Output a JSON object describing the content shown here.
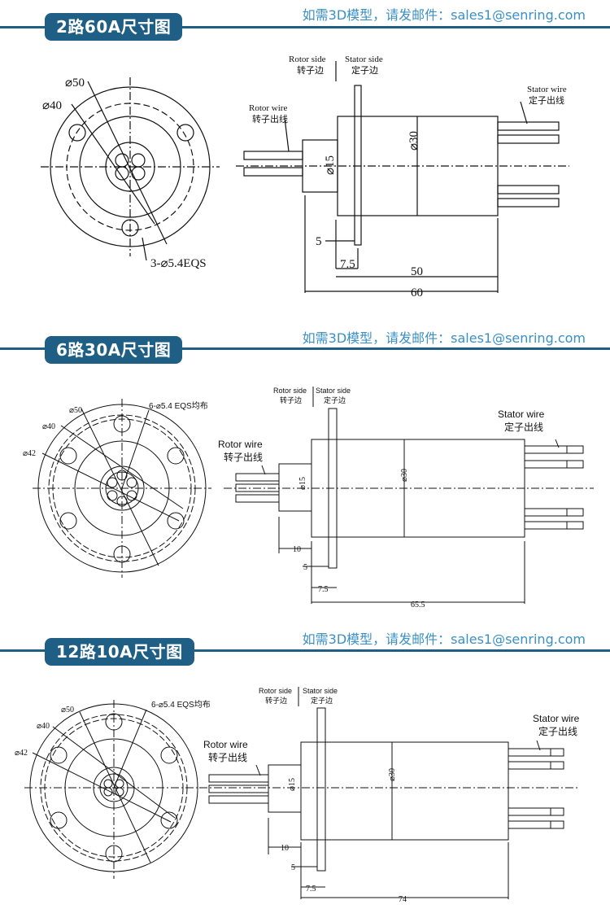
{
  "contact_text": "如需3D模型，请发邮件：sales1@senring.com",
  "sections": [
    {
      "title": "2路60A尺寸图",
      "front": {
        "d_outer": "⌀50",
        "d_pcd": "⌀40",
        "holes": "3-⌀5.4EQS"
      },
      "side": {
        "rotor_side": "Rotor side",
        "rotor_side_cn": "转子边",
        "stator_side": "Stator side",
        "stator_side_cn": "定子边",
        "rotor_wire": "Rotor wire",
        "rotor_wire_cn": "转子出线",
        "stator_wire": "Stator wire",
        "stator_wire_cn": "定子出线",
        "d_body": "⌀30",
        "d_shaft": "⌀15",
        "flange_t": "5",
        "flange_pos": "7.5",
        "body_len": "50",
        "total_len": "60"
      }
    },
    {
      "title": "6路30A尺寸图",
      "front": {
        "d_outer": "⌀50",
        "d_pcd": "⌀40",
        "d_42": "⌀42",
        "holes": "6-⌀5.4 EQS均布"
      },
      "side": {
        "rotor_side": "Rotor side",
        "rotor_side_cn": "转子边",
        "stator_side": "Stator side",
        "stator_side_cn": "定子边",
        "rotor_wire": "Rotor wire",
        "rotor_wire_cn": "转子出线",
        "stator_wire": "Stator wire",
        "stator_wire_cn": "定子出线",
        "d_body": "⌀30",
        "d_shaft": "⌀15",
        "shaft_len": "10",
        "flange_t": "5",
        "flange_pos": "7.5",
        "total_len": "65.5"
      }
    },
    {
      "title": "12路10A尺寸图",
      "front": {
        "d_outer": "⌀50",
        "d_pcd": "⌀40",
        "d_42": "⌀42",
        "holes": "6-⌀5.4 EQS均布"
      },
      "side": {
        "rotor_side": "Rotor side",
        "rotor_side_cn": "转子边",
        "stator_side": "Stator side",
        "stator_side_cn": "定子边",
        "rotor_wire": "Rotor wire",
        "rotor_wire_cn": "转子出线",
        "stator_wire": "Stator wire",
        "stator_wire_cn": "定子出线",
        "d_body": "⌀30",
        "d_shaft": "⌀15",
        "shaft_len": "10",
        "flange_t": "5",
        "flange_pos": "7.5",
        "total_len": "74"
      }
    }
  ],
  "colors": {
    "accent": "#1f5f86",
    "contact": "#3a8fc4"
  }
}
